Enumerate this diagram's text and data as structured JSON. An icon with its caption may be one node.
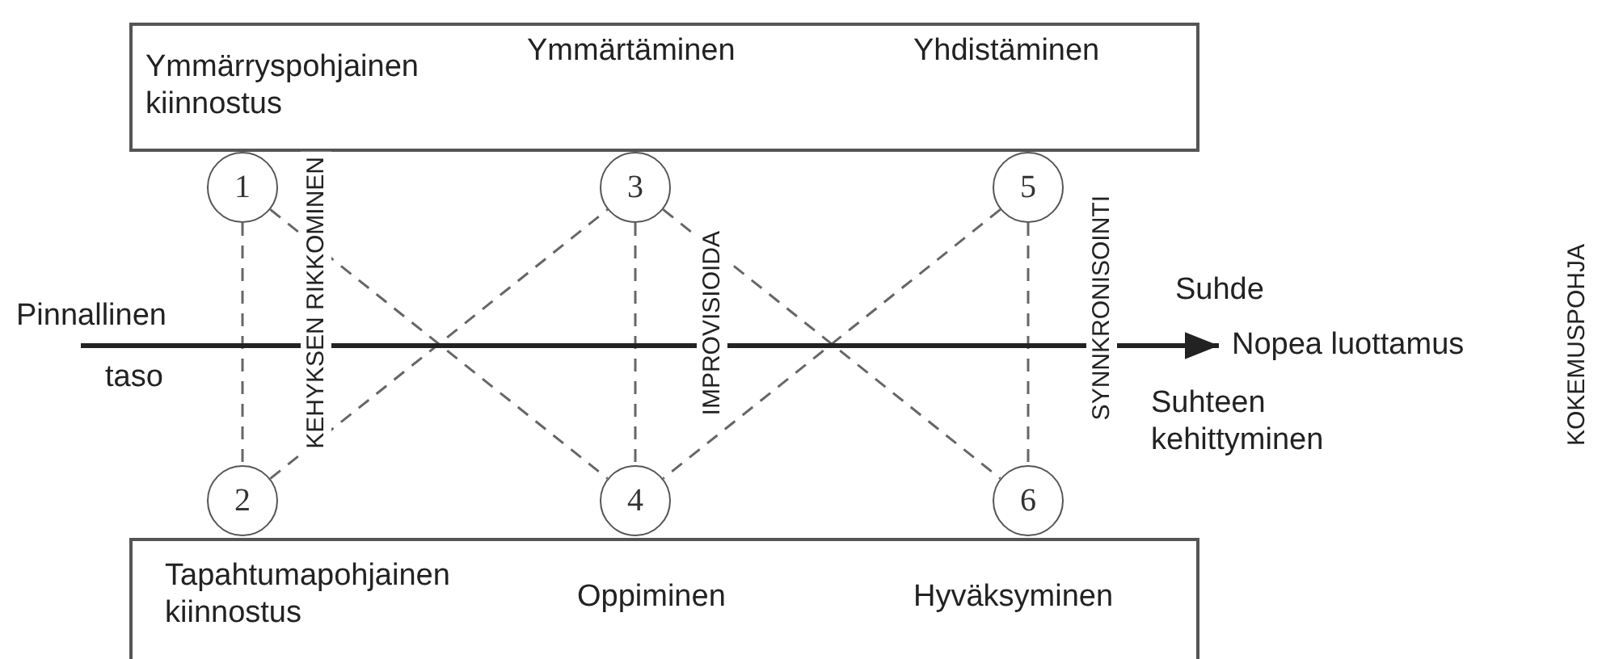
{
  "diagram": {
    "nodes": [
      {
        "text": [
          "Ymmärryspohjainen kiinnostus",
          "Ymmärtäminen",
          "Yhdistäminen"
        ]
      },
      {
        "text": [
          "Tapahtumapohjainen kiinnostus",
          "Oppiminen",
          "Hyväksyminen"
        ]
      },
      {
        "text": [
          "1"
        ]
      },
      {
        "text": [
          "2"
        ]
      },
      {
        "text": [
          "3"
        ]
      },
      {
        "text": [
          "4"
        ]
      },
      {
        "text": [
          "5"
        ]
      },
      {
        "text": [
          "6"
        ]
      },
      {
        "text": [
          "Nopea luottamus"
        ]
      }
    ],
    "edges": [
      {
        "from": 2,
        "to": 3,
        "arrow": "none",
        "style": "dashed"
      },
      {
        "from": 2,
        "to": 5,
        "arrow": "none",
        "style": "dashed"
      },
      {
        "from": 3,
        "to": 4,
        "arrow": "none",
        "style": "dashed"
      },
      {
        "from": 4,
        "to": 5,
        "arrow": "none",
        "style": "dashed"
      },
      {
        "from": 4,
        "to": 7,
        "arrow": "none",
        "style": "dashed"
      },
      {
        "from": 6,
        "to": 5,
        "arrow": "none",
        "style": "dashed"
      },
      {
        "from": 6,
        "to": 7,
        "arrow": "none",
        "style": "dashed"
      },
      {
        "from": null,
        "to": 8,
        "arrow": "to",
        "style": "thick"
      }
    ],
    "labels": [
      "Pinnallinen",
      "taso",
      "KEHYKSEN RIKKOMINEN",
      "IMPROVISIOIDA",
      "SYNNKRONISOINTI",
      "Suhde",
      "Suhteen kehittyminen",
      "KOKEMUSPOHJA"
    ]
  }
}
